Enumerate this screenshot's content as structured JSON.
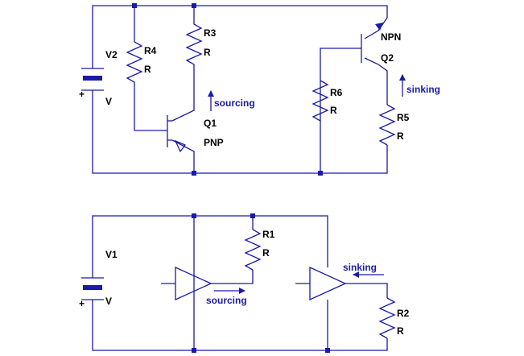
{
  "colors": {
    "wire": "#1a1aa6",
    "label": "#000000",
    "annotation": "#1a1aa6"
  },
  "top_circuit": {
    "v2": {
      "name": "V2",
      "value": "V",
      "plus": "+"
    },
    "r4": {
      "name": "R4",
      "value": "R"
    },
    "r3": {
      "name": "R3",
      "value": "R"
    },
    "q1": {
      "name": "Q1",
      "type": "PNP"
    },
    "sourcing": "sourcing",
    "q2": {
      "name": "Q2",
      "type": "NPN"
    },
    "sinking": "sinking",
    "r6": {
      "name": "R6",
      "value": "R"
    },
    "r5": {
      "name": "R5",
      "value": "R"
    }
  },
  "bottom_circuit": {
    "v1": {
      "name": "V1",
      "value": "V",
      "plus": "+"
    },
    "r1": {
      "name": "R1",
      "value": "R"
    },
    "sourcing": "sourcing",
    "sinking": "sinking",
    "r2": {
      "name": "R2",
      "value": "R"
    }
  }
}
